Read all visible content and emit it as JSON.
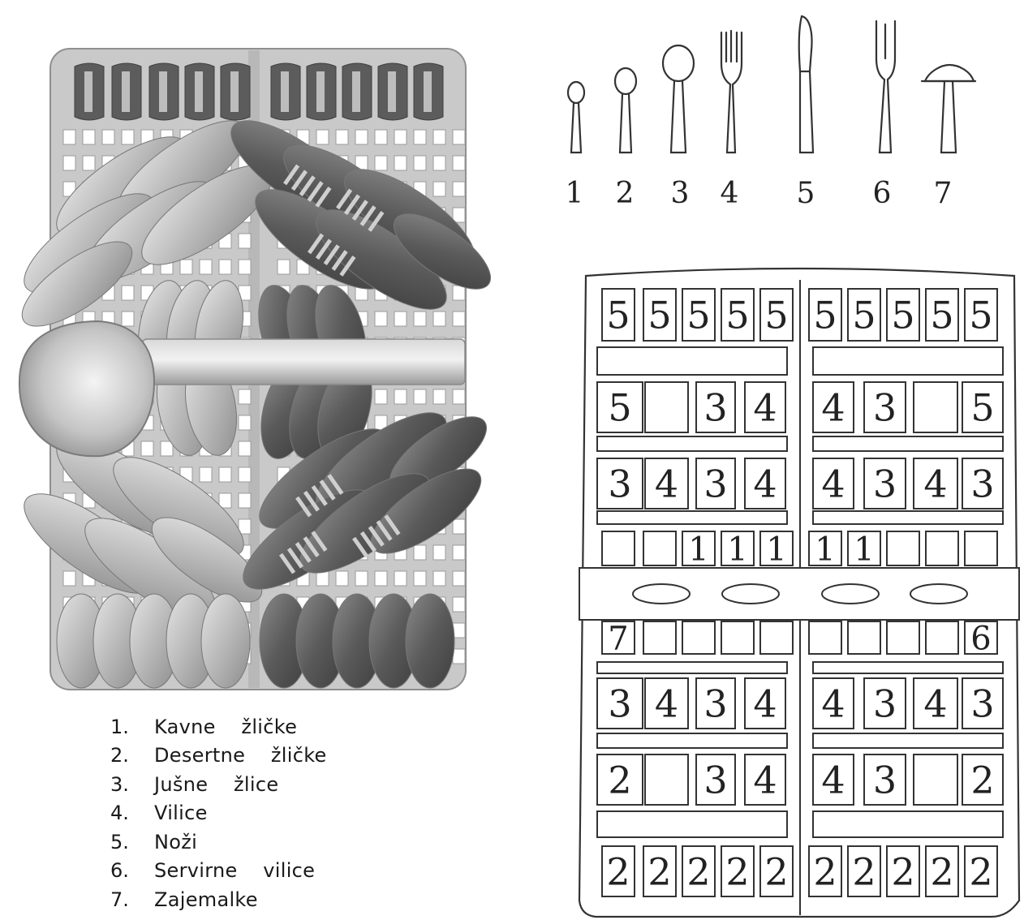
{
  "tool_labels": [
    "1",
    "2",
    "3",
    "4",
    "5",
    "6",
    "7"
  ],
  "legend": [
    {
      "num": "1.",
      "text": "Kavne    žličke"
    },
    {
      "num": "2.",
      "text": "Desertne    žličke"
    },
    {
      "num": "3.",
      "text": "Jušne    žlice"
    },
    {
      "num": "4.",
      "text": "Vilice"
    },
    {
      "num": "5.",
      "text": "Noži"
    },
    {
      "num": "6.",
      "text": "Servirne    vilice"
    },
    {
      "num": "7.",
      "text": "Zajemalke"
    }
  ],
  "grid_rows": [
    [
      "5",
      "5",
      "5",
      "5",
      "5",
      "5",
      "5",
      "5",
      "5",
      "5"
    ],
    [
      "5",
      "",
      "3",
      "4",
      "4",
      "3",
      "",
      "5"
    ],
    [
      "3",
      "4",
      "3",
      "4",
      "4",
      "3",
      "4",
      "3"
    ],
    [
      "",
      "",
      "1",
      "1",
      "1",
      "1",
      "1",
      "",
      "",
      ""
    ],
    [
      "7",
      "",
      "",
      "",
      "",
      "",
      "",
      "",
      "",
      "6"
    ],
    [
      "3",
      "4",
      "3",
      "4",
      "4",
      "3",
      "4",
      "3"
    ],
    [
      "2",
      "",
      "3",
      "4",
      "4",
      "3",
      "",
      "2"
    ],
    [
      "2",
      "2",
      "2",
      "2",
      "2",
      "2",
      "2",
      "2",
      "2",
      "2"
    ]
  ],
  "colors": {
    "basket_fill": "#c8c8c8",
    "basket_stroke": "#8a8a8a",
    "dark_item": "#5e5e5e",
    "light_item": "#b3b3b3",
    "line": "#333333"
  }
}
